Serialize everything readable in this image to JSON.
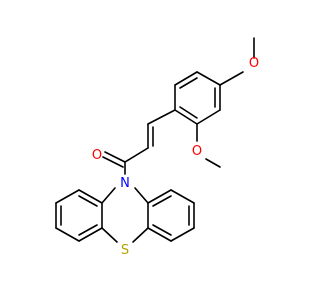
{
  "molecule": {
    "atoms": {
      "oxygen_carbonyl": {
        "symbol": "O",
        "color": "#ff0000"
      },
      "nitrogen": {
        "symbol": "N",
        "color": "#0000ff"
      },
      "sulfur": {
        "symbol": "S",
        "color": "#b2a300"
      },
      "oxygen_methoxy_para": {
        "symbol": "O",
        "color": "#ff0000"
      },
      "oxygen_methoxy_ortho": {
        "symbol": "O",
        "color": "#ff0000"
      }
    },
    "bond_color": "#000000",
    "background": "#ffffff"
  }
}
